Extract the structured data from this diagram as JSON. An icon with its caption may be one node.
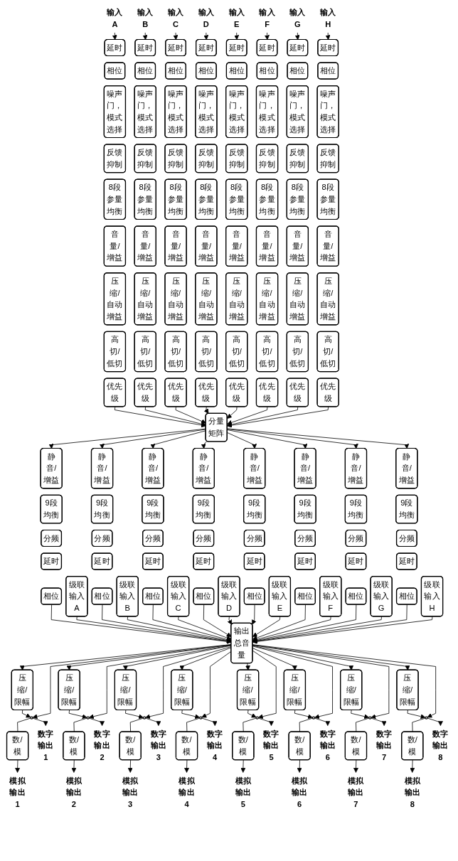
{
  "diagram": {
    "nodes": [
      {
        "text": [
          "输入A"
        ]
      },
      {
        "text": [
          "延时"
        ]
      },
      {
        "text": [
          "相位"
        ]
      },
      {
        "text": [
          "噪声门，模式选择"
        ]
      },
      {
        "text": [
          "反馈抑制"
        ]
      },
      {
        "text": [
          "8段参量均衡"
        ]
      },
      {
        "text": [
          "音量/增益"
        ]
      },
      {
        "text": [
          "压缩/自动增益"
        ]
      },
      {
        "text": [
          "高切/低切"
        ]
      },
      {
        "text": [
          "优先级"
        ]
      },
      {
        "text": [
          "输入B"
        ]
      },
      {
        "text": [
          "延时"
        ]
      },
      {
        "text": [
          "相位"
        ]
      },
      {
        "text": [
          "噪声门，模式选择"
        ]
      },
      {
        "text": [
          "反馈抑制"
        ]
      },
      {
        "text": [
          "8段参量均衡"
        ]
      },
      {
        "text": [
          "音量/增益"
        ]
      },
      {
        "text": [
          "压缩/自动增益"
        ]
      },
      {
        "text": [
          "高切/低切"
        ]
      },
      {
        "text": [
          "优先级"
        ]
      },
      {
        "text": [
          "输入C"
        ]
      },
      {
        "text": [
          "延时"
        ]
      },
      {
        "text": [
          "相位"
        ]
      },
      {
        "text": [
          "噪声门，模式选择"
        ]
      },
      {
        "text": [
          "反馈抑制"
        ]
      },
      {
        "text": [
          "8段参量均衡"
        ]
      },
      {
        "text": [
          "音量/增益"
        ]
      },
      {
        "text": [
          "压缩/自动增益"
        ]
      },
      {
        "text": [
          "高切/低切"
        ]
      },
      {
        "text": [
          "优先级"
        ]
      },
      {
        "text": [
          "输入D"
        ]
      },
      {
        "text": [
          "延时"
        ]
      },
      {
        "text": [
          "相位"
        ]
      },
      {
        "text": [
          "噪声门，模式选择"
        ]
      },
      {
        "text": [
          "反馈抑制"
        ]
      },
      {
        "text": [
          "8段参量均衡"
        ]
      },
      {
        "text": [
          "音量/增益"
        ]
      },
      {
        "text": [
          "压缩/自动增益"
        ]
      },
      {
        "text": [
          "高切/低切"
        ]
      },
      {
        "text": [
          "优先级"
        ]
      },
      {
        "text": [
          "输入E"
        ]
      },
      {
        "text": [
          "延时"
        ]
      },
      {
        "text": [
          "相位"
        ]
      },
      {
        "text": [
          "噪声门，模式选择"
        ]
      },
      {
        "text": [
          "反馈抑制"
        ]
      },
      {
        "text": [
          "8段参量均衡"
        ]
      },
      {
        "text": [
          "音量/增益"
        ]
      },
      {
        "text": [
          "压缩/自动增益"
        ]
      },
      {
        "text": [
          "高切/低切"
        ]
      },
      {
        "text": [
          "优先级"
        ]
      },
      {
        "text": [
          "输入F"
        ]
      },
      {
        "text": [
          "延时"
        ]
      },
      {
        "text": [
          "相位"
        ]
      },
      {
        "text": [
          "噪声门，模式选择"
        ]
      },
      {
        "text": [
          "反馈抑制"
        ]
      },
      {
        "text": [
          "8段参量均衡"
        ]
      },
      {
        "text": [
          "音量/增益"
        ]
      },
      {
        "text": [
          "压缩/自动增益"
        ]
      },
      {
        "text": [
          "高切/低切"
        ]
      },
      {
        "text": [
          "优先级"
        ]
      },
      {
        "text": [
          "输入G"
        ]
      },
      {
        "text": [
          "延时"
        ]
      },
      {
        "text": [
          "相位"
        ]
      },
      {
        "text": [
          "噪声门，模式选择"
        ]
      },
      {
        "text": [
          "反馈抑制"
        ]
      },
      {
        "text": [
          "8段参量均衡"
        ]
      },
      {
        "text": [
          "音量/增益"
        ]
      },
      {
        "text": [
          "压缩/自动增益"
        ]
      },
      {
        "text": [
          "高切/低切"
        ]
      },
      {
        "text": [
          "优先级"
        ]
      },
      {
        "text": [
          "输入H"
        ]
      },
      {
        "text": [
          "延时"
        ]
      },
      {
        "text": [
          "相位"
        ]
      },
      {
        "text": [
          "噪声门，模式选择"
        ]
      },
      {
        "text": [
          "反馈抑制"
        ]
      },
      {
        "text": [
          "8段参量均衡"
        ]
      },
      {
        "text": [
          "音量/增益"
        ]
      },
      {
        "text": [
          "压缩/自动增益"
        ]
      },
      {
        "text": [
          "高切/低切"
        ]
      },
      {
        "text": [
          "优先级"
        ]
      },
      {
        "text": [
          "分量矩阵"
        ]
      },
      {
        "text": [
          "静音/增益"
        ]
      },
      {
        "text": [
          "9段均衡"
        ]
      },
      {
        "text": [
          "分频"
        ]
      },
      {
        "text": [
          "延时"
        ]
      },
      {
        "text": [
          "相位"
        ]
      },
      {
        "text": [
          "级联输入A"
        ]
      },
      {
        "text": [
          "静音/增益"
        ]
      },
      {
        "text": [
          "9段均衡"
        ]
      },
      {
        "text": [
          "分频"
        ]
      },
      {
        "text": [
          "延时"
        ]
      },
      {
        "text": [
          "相位"
        ]
      },
      {
        "text": [
          "级联输入B"
        ]
      },
      {
        "text": [
          "静音/增益"
        ]
      },
      {
        "text": [
          "9段均衡"
        ]
      },
      {
        "text": [
          "分频"
        ]
      },
      {
        "text": [
          "延时"
        ]
      },
      {
        "text": [
          "相位"
        ]
      },
      {
        "text": [
          "级联输入C"
        ]
      },
      {
        "text": [
          "静音/增益"
        ]
      },
      {
        "text": [
          "9段均衡"
        ]
      },
      {
        "text": [
          "分频"
        ]
      },
      {
        "text": [
          "延时"
        ]
      },
      {
        "text": [
          "相位"
        ]
      },
      {
        "text": [
          "级联输入D"
        ]
      },
      {
        "text": [
          "静音/增益"
        ]
      },
      {
        "text": [
          "9段均衡"
        ]
      },
      {
        "text": [
          "分频"
        ]
      },
      {
        "text": [
          "延时"
        ]
      },
      {
        "text": [
          "相位"
        ]
      },
      {
        "text": [
          "级联输入E"
        ]
      },
      {
        "text": [
          "静音/增益"
        ]
      },
      {
        "text": [
          "9段均衡"
        ]
      },
      {
        "text": [
          "分频"
        ]
      },
      {
        "text": [
          "延时"
        ]
      },
      {
        "text": [
          "相位"
        ]
      },
      {
        "text": [
          "级联输入F"
        ]
      },
      {
        "text": [
          "静音/增益"
        ]
      },
      {
        "text": [
          "9段均衡"
        ]
      },
      {
        "text": [
          "分频"
        ]
      },
      {
        "text": [
          "延时"
        ]
      },
      {
        "text": [
          "相位"
        ]
      },
      {
        "text": [
          "级联输入G"
        ]
      },
      {
        "text": [
          "静音/增益"
        ]
      },
      {
        "text": [
          "9段均衡"
        ]
      },
      {
        "text": [
          "分频"
        ]
      },
      {
        "text": [
          "延时"
        ]
      },
      {
        "text": [
          "相位"
        ]
      },
      {
        "text": [
          "级联输入H"
        ]
      },
      {
        "text": [
          "输出总音量"
        ]
      },
      {
        "text": [
          "压缩/限幅"
        ]
      },
      {
        "text": [],
        "shape": "circle"
      },
      {
        "text": [
          "数/模"
        ]
      },
      {
        "text": [
          "数字输出1"
        ]
      },
      {
        "text": [
          "模拟输出1"
        ]
      },
      {
        "text": [
          "压缩/限幅"
        ]
      },
      {
        "text": [],
        "shape": "circle"
      },
      {
        "text": [
          "数/模"
        ]
      },
      {
        "text": [
          "数字输出2"
        ]
      },
      {
        "text": [
          "模拟输出2"
        ]
      },
      {
        "text": [
          "压缩/限幅"
        ]
      },
      {
        "text": [],
        "shape": "circle"
      },
      {
        "text": [
          "数/模"
        ]
      },
      {
        "text": [
          "数字输出3"
        ]
      },
      {
        "text": [
          "模拟输出3"
        ]
      },
      {
        "text": [
          "压缩/限幅"
        ]
      },
      {
        "text": [],
        "shape": "circle"
      },
      {
        "text": [
          "数/模"
        ]
      },
      {
        "text": [
          "数字输出4"
        ]
      },
      {
        "text": [
          "模拟输出4"
        ]
      },
      {
        "text": [
          "压缩/限幅"
        ]
      },
      {
        "text": [],
        "shape": "circle"
      },
      {
        "text": [
          "数/模"
        ]
      },
      {
        "text": [
          "数字输出5"
        ]
      },
      {
        "text": [
          "模拟输出5"
        ]
      },
      {
        "text": [
          "压缩/限幅"
        ]
      },
      {
        "text": [],
        "shape": "circle"
      },
      {
        "text": [
          "数/模"
        ]
      },
      {
        "text": [
          "数字输出6"
        ]
      },
      {
        "text": [
          "模拟输出6"
        ]
      },
      {
        "text": [
          "压缩/限幅"
        ]
      },
      {
        "text": [],
        "shape": "circle"
      },
      {
        "text": [
          "数/模"
        ]
      },
      {
        "text": [
          "数字输出7"
        ]
      },
      {
        "text": [
          "模拟输出7"
        ]
      },
      {
        "text": [
          "压缩/限幅"
        ]
      },
      {
        "text": [],
        "shape": "circle"
      },
      {
        "text": [
          "数/模"
        ]
      },
      {
        "text": [
          "数字输出8"
        ]
      },
      {
        "text": [
          "模拟输出8"
        ]
      }
    ],
    "edges": [
      {
        "from": 0,
        "to": 1,
        "arrow": "to"
      },
      {
        "from": 9,
        "to": 80,
        "arrow": "to"
      },
      {
        "from": 80,
        "to": 81,
        "arrow": "to"
      },
      {
        "from": 85,
        "to": 129,
        "arrow": "to"
      },
      {
        "from": 86,
        "to": 129,
        "arrow": "to"
      },
      {
        "from": 129,
        "to": 130,
        "arrow": "to"
      },
      {
        "from": 130,
        "to": 131,
        "arrow": "to"
      },
      {
        "from": 129,
        "to": 131,
        "arrow": "to"
      },
      {
        "from": 131,
        "to": 133,
        "arrow": "to"
      },
      {
        "from": 131,
        "to": 132,
        "arrow": "none"
      },
      {
        "from": 132,
        "to": 134,
        "arrow": "to"
      },
      {
        "from": 10,
        "to": 11,
        "arrow": "to"
      },
      {
        "from": 19,
        "to": 80,
        "arrow": "to"
      },
      {
        "from": 80,
        "to": 87,
        "arrow": "to"
      },
      {
        "from": 91,
        "to": 129,
        "arrow": "to"
      },
      {
        "from": 92,
        "to": 129,
        "arrow": "to"
      },
      {
        "from": 129,
        "to": 135,
        "arrow": "to"
      },
      {
        "from": 135,
        "to": 136,
        "arrow": "to"
      },
      {
        "from": 129,
        "to": 136,
        "arrow": "to"
      },
      {
        "from": 136,
        "to": 138,
        "arrow": "to"
      },
      {
        "from": 136,
        "to": 137,
        "arrow": "none"
      },
      {
        "from": 137,
        "to": 139,
        "arrow": "to"
      },
      {
        "from": 20,
        "to": 21,
        "arrow": "to"
      },
      {
        "from": 29,
        "to": 80,
        "arrow": "to"
      },
      {
        "from": 80,
        "to": 93,
        "arrow": "to"
      },
      {
        "from": 97,
        "to": 129,
        "arrow": "to"
      },
      {
        "from": 98,
        "to": 129,
        "arrow": "to"
      },
      {
        "from": 129,
        "to": 140,
        "arrow": "to"
      },
      {
        "from": 140,
        "to": 141,
        "arrow": "to"
      },
      {
        "from": 129,
        "to": 141,
        "arrow": "to"
      },
      {
        "from": 141,
        "to": 143,
        "arrow": "to"
      },
      {
        "from": 141,
        "to": 142,
        "arrow": "none"
      },
      {
        "from": 142,
        "to": 144,
        "arrow": "to"
      },
      {
        "from": 30,
        "to": 31,
        "arrow": "to"
      },
      {
        "from": 39,
        "to": 80,
        "arrow": "to"
      },
      {
        "from": 80,
        "to": 99,
        "arrow": "to"
      },
      {
        "from": 103,
        "to": 129,
        "arrow": "to"
      },
      {
        "from": 104,
        "to": 129,
        "arrow": "to"
      },
      {
        "from": 129,
        "to": 145,
        "arrow": "to"
      },
      {
        "from": 145,
        "to": 146,
        "arrow": "to"
      },
      {
        "from": 129,
        "to": 146,
        "arrow": "to"
      },
      {
        "from": 146,
        "to": 148,
        "arrow": "to"
      },
      {
        "from": 146,
        "to": 147,
        "arrow": "none"
      },
      {
        "from": 147,
        "to": 149,
        "arrow": "to"
      },
      {
        "from": 40,
        "to": 41,
        "arrow": "to"
      },
      {
        "from": 49,
        "to": 80,
        "arrow": "to"
      },
      {
        "from": 80,
        "to": 105,
        "arrow": "to"
      },
      {
        "from": 109,
        "to": 129,
        "arrow": "to"
      },
      {
        "from": 110,
        "to": 129,
        "arrow": "to"
      },
      {
        "from": 129,
        "to": 150,
        "arrow": "to"
      },
      {
        "from": 150,
        "to": 151,
        "arrow": "to"
      },
      {
        "from": 129,
        "to": 151,
        "arrow": "to"
      },
      {
        "from": 151,
        "to": 153,
        "arrow": "to"
      },
      {
        "from": 151,
        "to": 152,
        "arrow": "none"
      },
      {
        "from": 152,
        "to": 154,
        "arrow": "to"
      },
      {
        "from": 50,
        "to": 51,
        "arrow": "to"
      },
      {
        "from": 59,
        "to": 80,
        "arrow": "to"
      },
      {
        "from": 80,
        "to": 111,
        "arrow": "to"
      },
      {
        "from": 115,
        "to": 129,
        "arrow": "to"
      },
      {
        "from": 116,
        "to": 129,
        "arrow": "to"
      },
      {
        "from": 129,
        "to": 155,
        "arrow": "to"
      },
      {
        "from": 155,
        "to": 156,
        "arrow": "to"
      },
      {
        "from": 129,
        "to": 156,
        "arrow": "to"
      },
      {
        "from": 156,
        "to": 158,
        "arrow": "to"
      },
      {
        "from": 156,
        "to": 157,
        "arrow": "none"
      },
      {
        "from": 157,
        "to": 159,
        "arrow": "to"
      },
      {
        "from": 60,
        "to": 61,
        "arrow": "to"
      },
      {
        "from": 69,
        "to": 80,
        "arrow": "to"
      },
      {
        "from": 80,
        "to": 117,
        "arrow": "to"
      },
      {
        "from": 121,
        "to": 129,
        "arrow": "to"
      },
      {
        "from": 122,
        "to": 129,
        "arrow": "to"
      },
      {
        "from": 129,
        "to": 160,
        "arrow": "to"
      },
      {
        "from": 160,
        "to": 161,
        "arrow": "to"
      },
      {
        "from": 129,
        "to": 161,
        "arrow": "to"
      },
      {
        "from": 161,
        "to": 163,
        "arrow": "to"
      },
      {
        "from": 161,
        "to": 162,
        "arrow": "none"
      },
      {
        "from": 162,
        "to": 164,
        "arrow": "to"
      },
      {
        "from": 70,
        "to": 71,
        "arrow": "to"
      },
      {
        "from": 79,
        "to": 80,
        "arrow": "to"
      },
      {
        "from": 80,
        "to": 123,
        "arrow": "to"
      },
      {
        "from": 127,
        "to": 129,
        "arrow": "to"
      },
      {
        "from": 128,
        "to": 129,
        "arrow": "to"
      },
      {
        "from": 129,
        "to": 165,
        "arrow": "to"
      },
      {
        "from": 165,
        "to": 166,
        "arrow": "to"
      },
      {
        "from": 129,
        "to": 166,
        "arrow": "to"
      },
      {
        "from": 166,
        "to": 168,
        "arrow": "to"
      },
      {
        "from": 166,
        "to": 167,
        "arrow": "none"
      },
      {
        "from": 167,
        "to": 169,
        "arrow": "to"
      }
    ]
  }
}
